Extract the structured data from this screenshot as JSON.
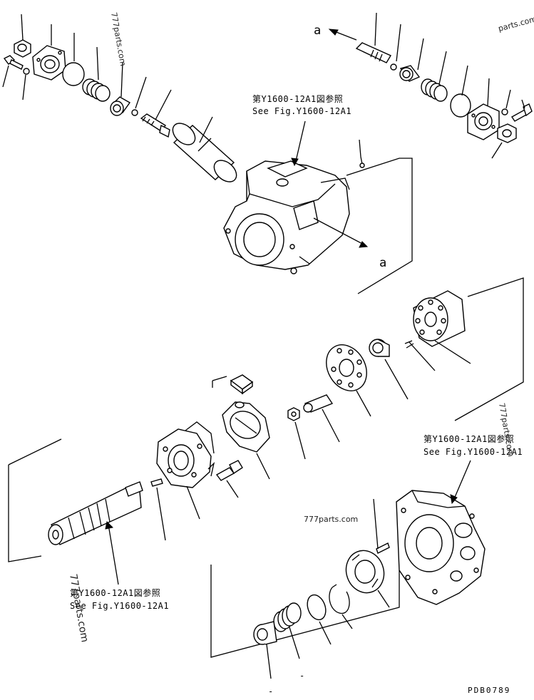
{
  "diagram": {
    "view_marker": "a",
    "reference_ja": "第Y1600-12A1図参照",
    "reference_en": "See Fig.Y1600-12A1",
    "watermarks": [
      "777parts.com",
      "777parts.com",
      "777parts.com",
      "parts.com",
      "777parts.com"
    ],
    "drawing_code": "PDB0789",
    "minus_mark": "-",
    "colors": {
      "line": "#000000",
      "background": "#ffffff"
    }
  }
}
